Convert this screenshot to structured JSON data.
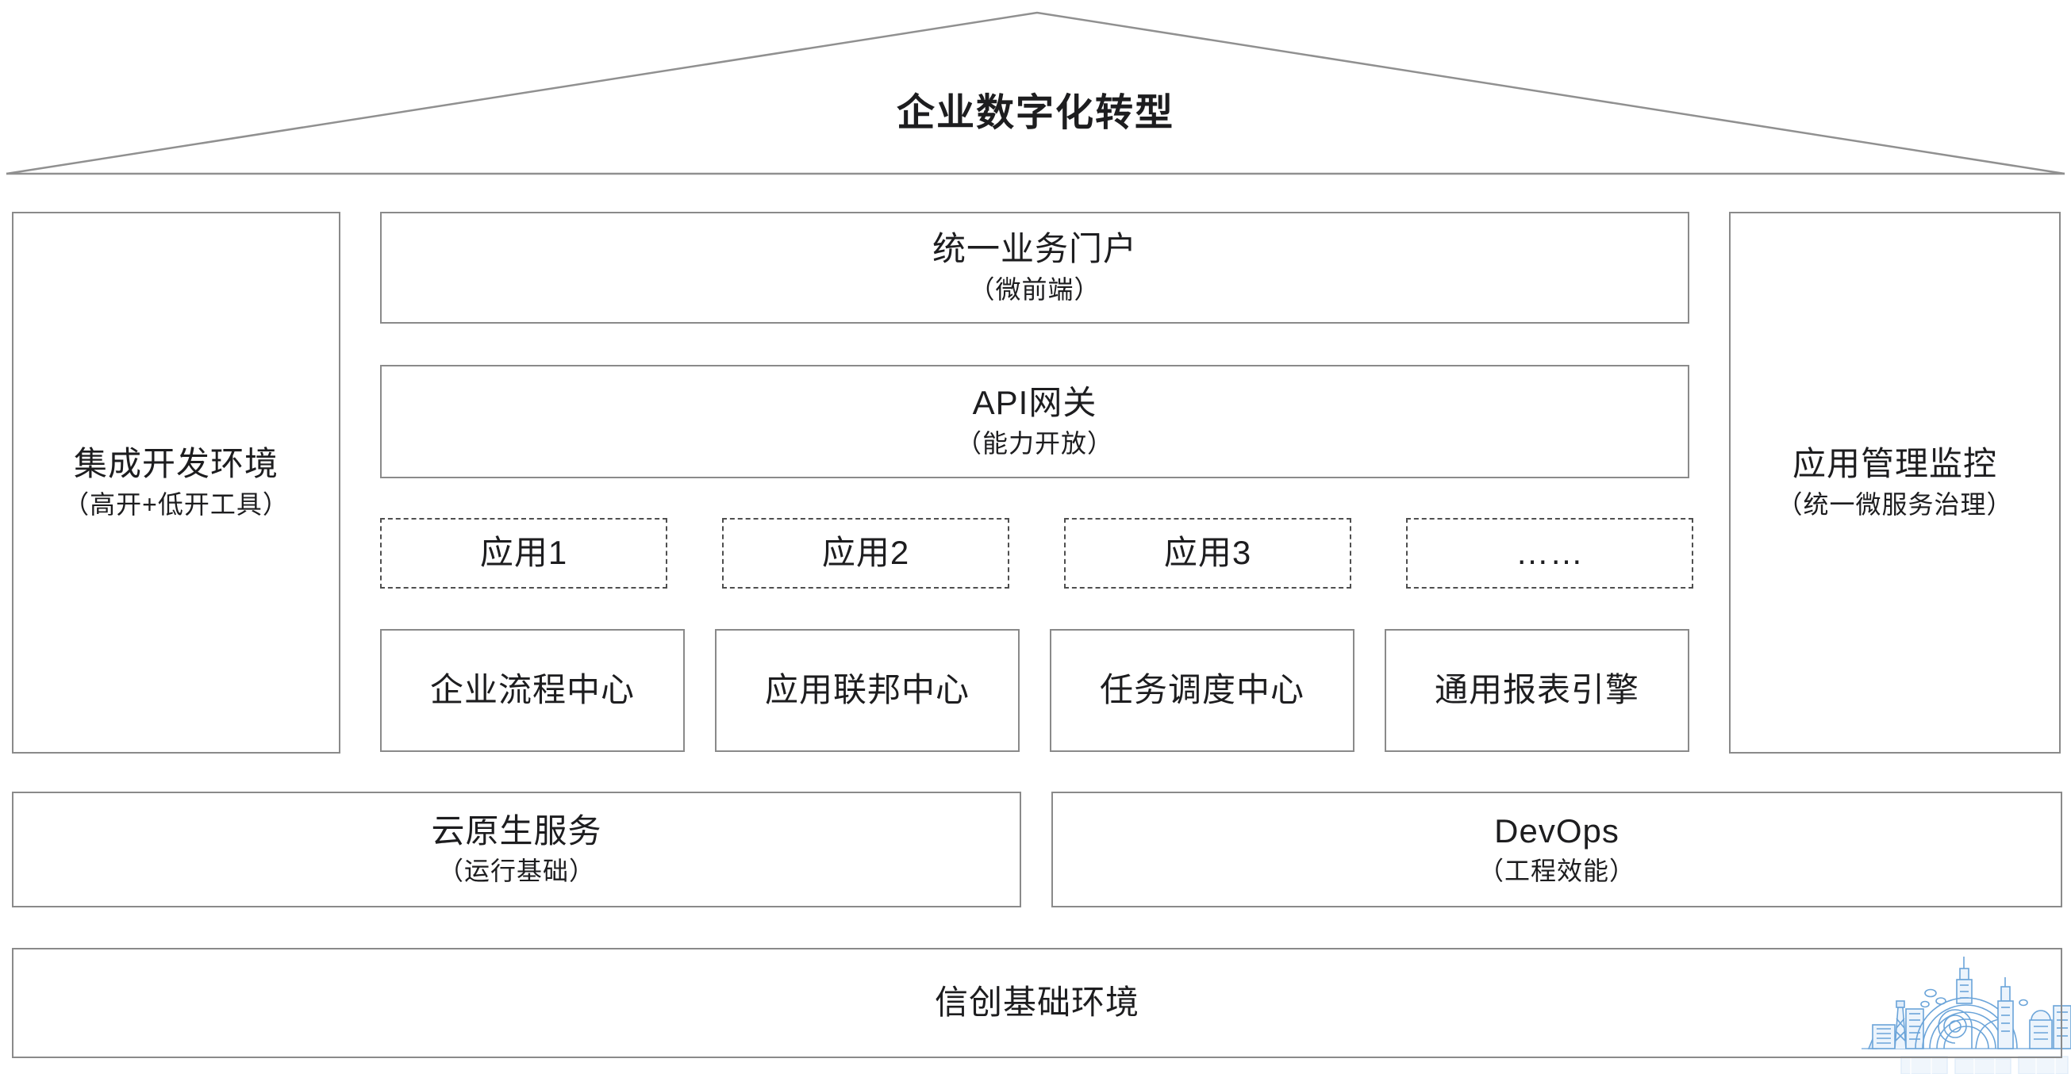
{
  "title": "企业数字化转型",
  "left_panel": {
    "title": "集成开发环境",
    "subtitle": "（高开+低开工具）"
  },
  "right_panel": {
    "title": "应用管理监控",
    "subtitle": "（统一微服务治理）"
  },
  "portal": {
    "title": "统一业务门户",
    "subtitle": "（微前端）"
  },
  "gateway": {
    "title": "API网关",
    "subtitle": "（能力开放）"
  },
  "apps": [
    {
      "label": "应用1"
    },
    {
      "label": "应用2"
    },
    {
      "label": "应用3"
    },
    {
      "label": "……"
    }
  ],
  "centers": [
    {
      "label": "企业流程中心"
    },
    {
      "label": "应用联邦中心"
    },
    {
      "label": "任务调度中心"
    },
    {
      "label": "通用报表引擎"
    }
  ],
  "foundation": [
    {
      "title": "云原生服务",
      "subtitle": "（运行基础）"
    },
    {
      "title": "DevOps",
      "subtitle": "（工程效能）"
    }
  ],
  "base": {
    "title": "信创基础环境"
  },
  "colors": {
    "box_border": "#8a8a8a",
    "dashed_border": "#4f4f4f",
    "roof_line": "#909090",
    "text": "#1d1d1f",
    "watermark_blue": "#5b9bd5"
  }
}
